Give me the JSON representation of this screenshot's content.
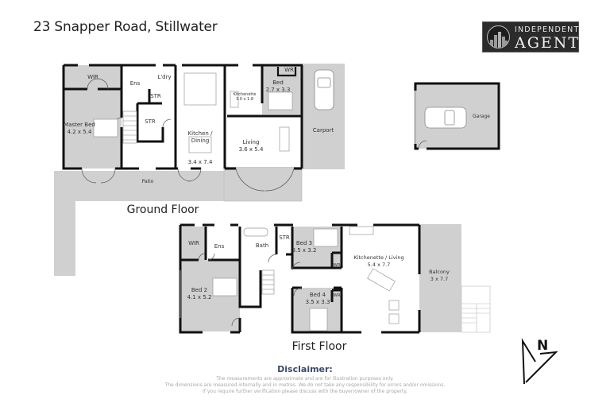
{
  "header": {
    "address": "23 Snapper Road, Stillwater"
  },
  "logo": {
    "line1": "INDEPENDENT",
    "line2": "AGENT",
    "icon": "city-skyline-icon"
  },
  "ground_floor": {
    "title": "Ground Floor",
    "rooms": [
      {
        "name": "WIR",
        "dims": ""
      },
      {
        "name": "Ens",
        "dims": ""
      },
      {
        "name": "L'dry",
        "dims": ""
      },
      {
        "name": "STR",
        "dims": ""
      },
      {
        "name": "STR",
        "dims": ""
      },
      {
        "name": "Master Bed",
        "dims": "4.2 x 5.4"
      },
      {
        "name": "Kitchen /\nDining",
        "dims": "3.4 x 7.4"
      },
      {
        "name": "Kitchenette",
        "dims": "3.0 x 1.8"
      },
      {
        "name": "WR",
        "dims": ""
      },
      {
        "name": "Bed",
        "dims": "2.7 x 3.3"
      },
      {
        "name": "Living",
        "dims": "3.6 x 5.4"
      },
      {
        "name": "Carport",
        "dims": ""
      },
      {
        "name": "Patio",
        "dims": ""
      },
      {
        "name": "Garage",
        "dims": ""
      }
    ]
  },
  "first_floor": {
    "title": "First Floor",
    "rooms": [
      {
        "name": "WIR",
        "dims": ""
      },
      {
        "name": "Ens",
        "dims": ""
      },
      {
        "name": "Bath",
        "dims": ""
      },
      {
        "name": "STR",
        "dims": ""
      },
      {
        "name": "Bed 3",
        "dims": "3.5 x 3.2"
      },
      {
        "name": "WR",
        "dims": ""
      },
      {
        "name": "WR",
        "dims": ""
      },
      {
        "name": "Bed 2",
        "dims": "4.1 x 5.2"
      },
      {
        "name": "Bed 4",
        "dims": "3.5 x 3.3"
      },
      {
        "name": "Kitchenette / Living",
        "dims": "5.4 x 7.7"
      },
      {
        "name": "Balcony",
        "dims": "3 x 7.7"
      }
    ]
  },
  "compass": {
    "label": "N",
    "icon": "north-arrow-icon"
  },
  "disclaimer": {
    "heading": "Disclaimer:",
    "lines": [
      "The measurements are approximate and are for illustration purposes only.",
      "The dimensions are measured internally and in metres. We do not take any responsibility for errors and/or omissions.",
      "If you require further verification please discuss with the buyer/owner of the property."
    ]
  },
  "colors": {
    "wall": "#111111",
    "shaded_area": "#d0d0d0",
    "room_fill": "#ffffff",
    "disclaimer_heading": "#3b4a6b",
    "disclaimer_text": "#a8a8a8"
  }
}
